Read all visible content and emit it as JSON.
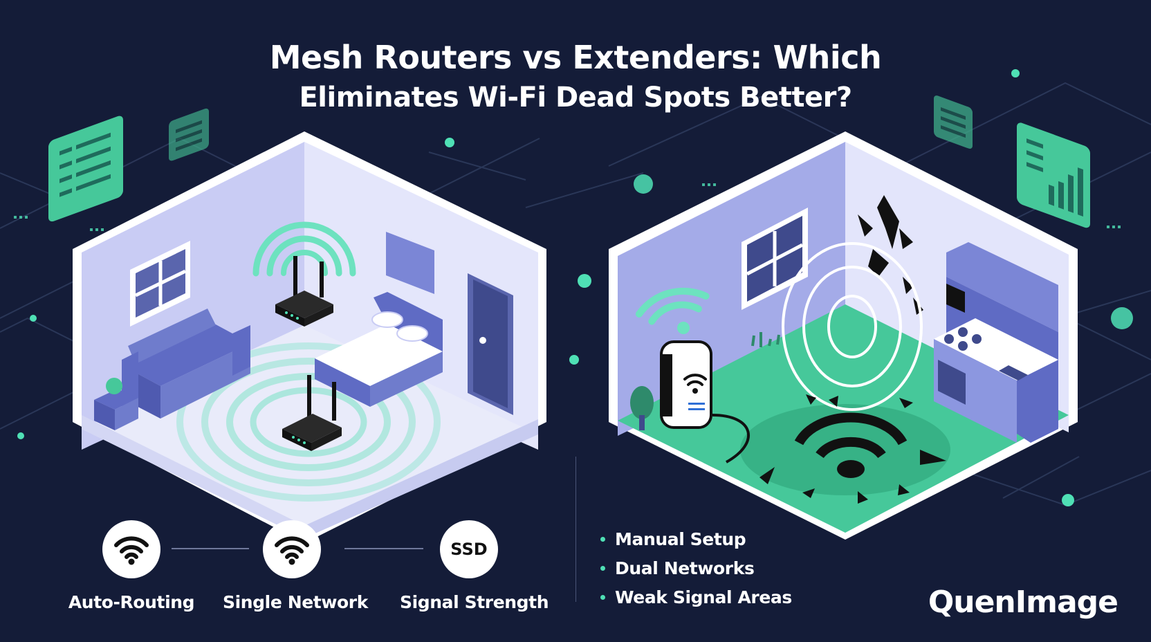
{
  "title": {
    "line1": "Mesh Routers vs Extenders: Which",
    "line2": "Eliminates Wi-Fi Dead Spots Better?"
  },
  "mesh_features": [
    {
      "label": "Auto-Routing",
      "icon": "wifi-icon"
    },
    {
      "label": "Single Network",
      "icon": "wifi-icon"
    },
    {
      "label": "Signal Strength",
      "icon": "ssd-badge",
      "badge_text": "SSD"
    }
  ],
  "extender_points": [
    {
      "label": "Manual Setup"
    },
    {
      "label": "Dual Networks"
    },
    {
      "label": "Weak Signal Areas"
    }
  ],
  "brand": "QuenImage",
  "colors": {
    "background": "#141c38",
    "accent_teal": "#4fe0b5",
    "wall_lavender": "#dfe2fb",
    "floor_green": "#46c89a",
    "furniture": "#6f7ccc"
  }
}
